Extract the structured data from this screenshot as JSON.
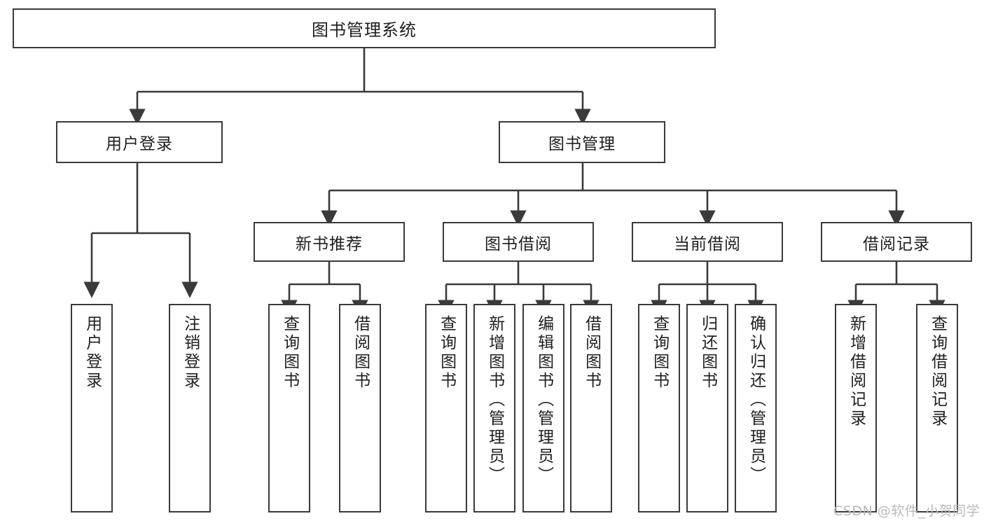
{
  "diagram": {
    "kind": "tree-hierarchy",
    "title": "图书管理系统",
    "root": {
      "label": "图书管理系统"
    },
    "level1": [
      {
        "label": "用户登录"
      },
      {
        "label": "图书管理"
      }
    ],
    "level2": [
      {
        "label": "新书推荐"
      },
      {
        "label": "图书借阅"
      },
      {
        "label": "当前借阅"
      },
      {
        "label": "借阅记录"
      }
    ],
    "leaves": {
      "user_login": [
        {
          "label": "用户登录"
        },
        {
          "label": "注销登录"
        }
      ],
      "new_book_recommend": [
        {
          "label": "查询图书"
        },
        {
          "label": "借阅图书"
        }
      ],
      "book_borrow": [
        {
          "label": "查询图书"
        },
        {
          "label": "新增图书（管理员）"
        },
        {
          "label": "编辑图书（管理员）"
        },
        {
          "label": "借阅图书"
        }
      ],
      "current_borrow": [
        {
          "label": "查询图书"
        },
        {
          "label": "归还图书"
        },
        {
          "label": "确认归还（管理员）"
        }
      ],
      "borrow_record": [
        {
          "label": "新增借阅记录"
        },
        {
          "label": "查询借阅记录"
        }
      ]
    }
  },
  "watermark": {
    "text": "CSDN @软件_小贺同学"
  },
  "colors": {
    "stroke": "#3a3a3a",
    "background": "#ffffff",
    "text": "#1f1f1f",
    "watermark": "#b9b9b9"
  }
}
